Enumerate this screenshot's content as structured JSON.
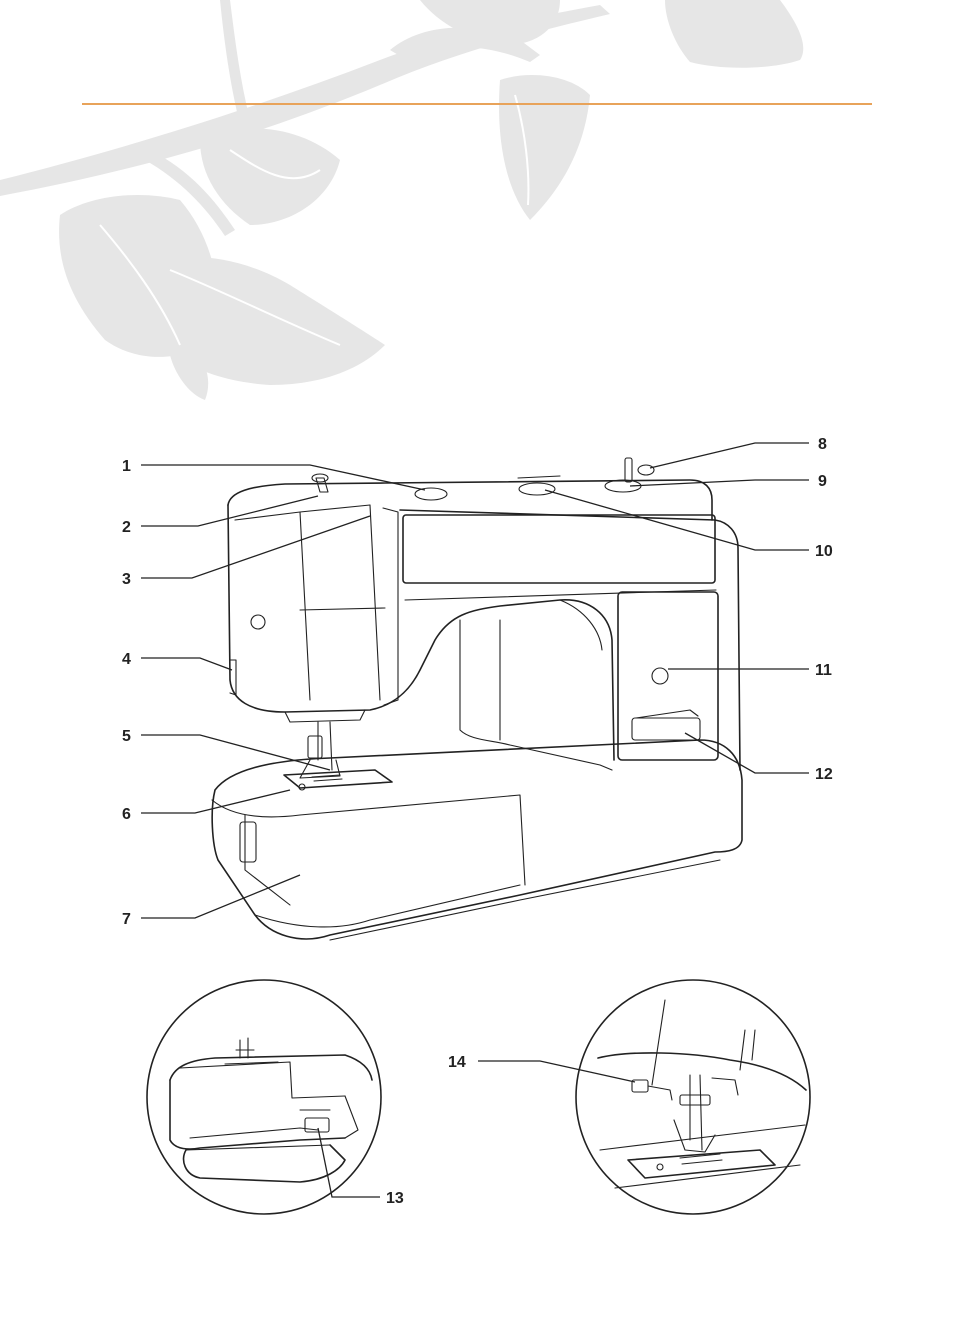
{
  "colors": {
    "rule": "#e8a35a",
    "leaf": "#e6e6e6",
    "ink": "#222222"
  },
  "callouts": [
    {
      "number": "1"
    },
    {
      "number": "2"
    },
    {
      "number": "3"
    },
    {
      "number": "4"
    },
    {
      "number": "5"
    },
    {
      "number": "6"
    },
    {
      "number": "7"
    },
    {
      "number": "8"
    },
    {
      "number": "9"
    },
    {
      "number": "10"
    },
    {
      "number": "11"
    },
    {
      "number": "12"
    },
    {
      "number": "13"
    },
    {
      "number": "14"
    }
  ],
  "icons": [
    "leaf-decoration",
    "sewing-machine",
    "detail-bobbin-winder",
    "detail-presser-foot"
  ]
}
